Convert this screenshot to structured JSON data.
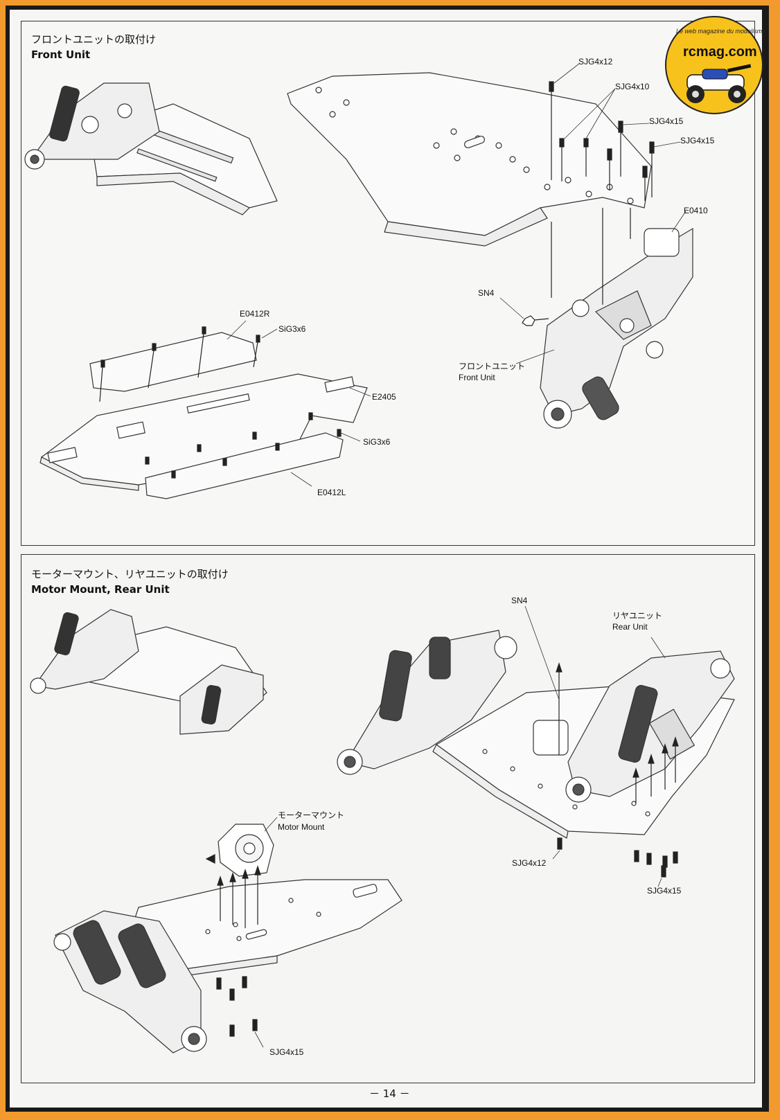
{
  "colors": {
    "border_orange": "#f29a2e",
    "frame_dark": "#1a1a1a",
    "paper": "#f5f5f3",
    "logo_yellow": "#f7c21c",
    "line": "#333333"
  },
  "logo": {
    "name": "rcmag.com",
    "tagline": "Le web magazine du modelisme"
  },
  "front_unit": {
    "title_jp": "フロントユニットの取付け",
    "title_en": "Front Unit",
    "labels": {
      "sjg4x12": "SJG4x12",
      "sjg4x10": "SJG4x10",
      "sjg4x15_a": "SJG4x15",
      "sjg4x15_b": "SJG4x15",
      "e0410": "E0410",
      "sn4": "SN4",
      "front_unit_jp": "フロントユニット",
      "front_unit_en": "Front Unit",
      "e0412r": "E0412R",
      "sig3x6_a": "SiG3x6",
      "e2405": "E2405",
      "sig3x6_b": "SiG3x6",
      "e0412l": "E0412L"
    }
  },
  "rear_unit": {
    "title_jp": "モーターマウント、リヤユニットの取付け",
    "title_en": "Motor Mount, Rear Unit",
    "labels": {
      "sn4": "SN4",
      "rear_unit_jp": "リヤユニット",
      "rear_unit_en": "Rear Unit",
      "motor_mount_jp": "モーターマウント",
      "motor_mount_en": "Motor Mount",
      "sjg4x12": "SJG4x12",
      "sjg4x15_a": "SJG4x15",
      "sjg4x15_b": "SJG4x15"
    }
  },
  "page_number": "－ 14 －"
}
